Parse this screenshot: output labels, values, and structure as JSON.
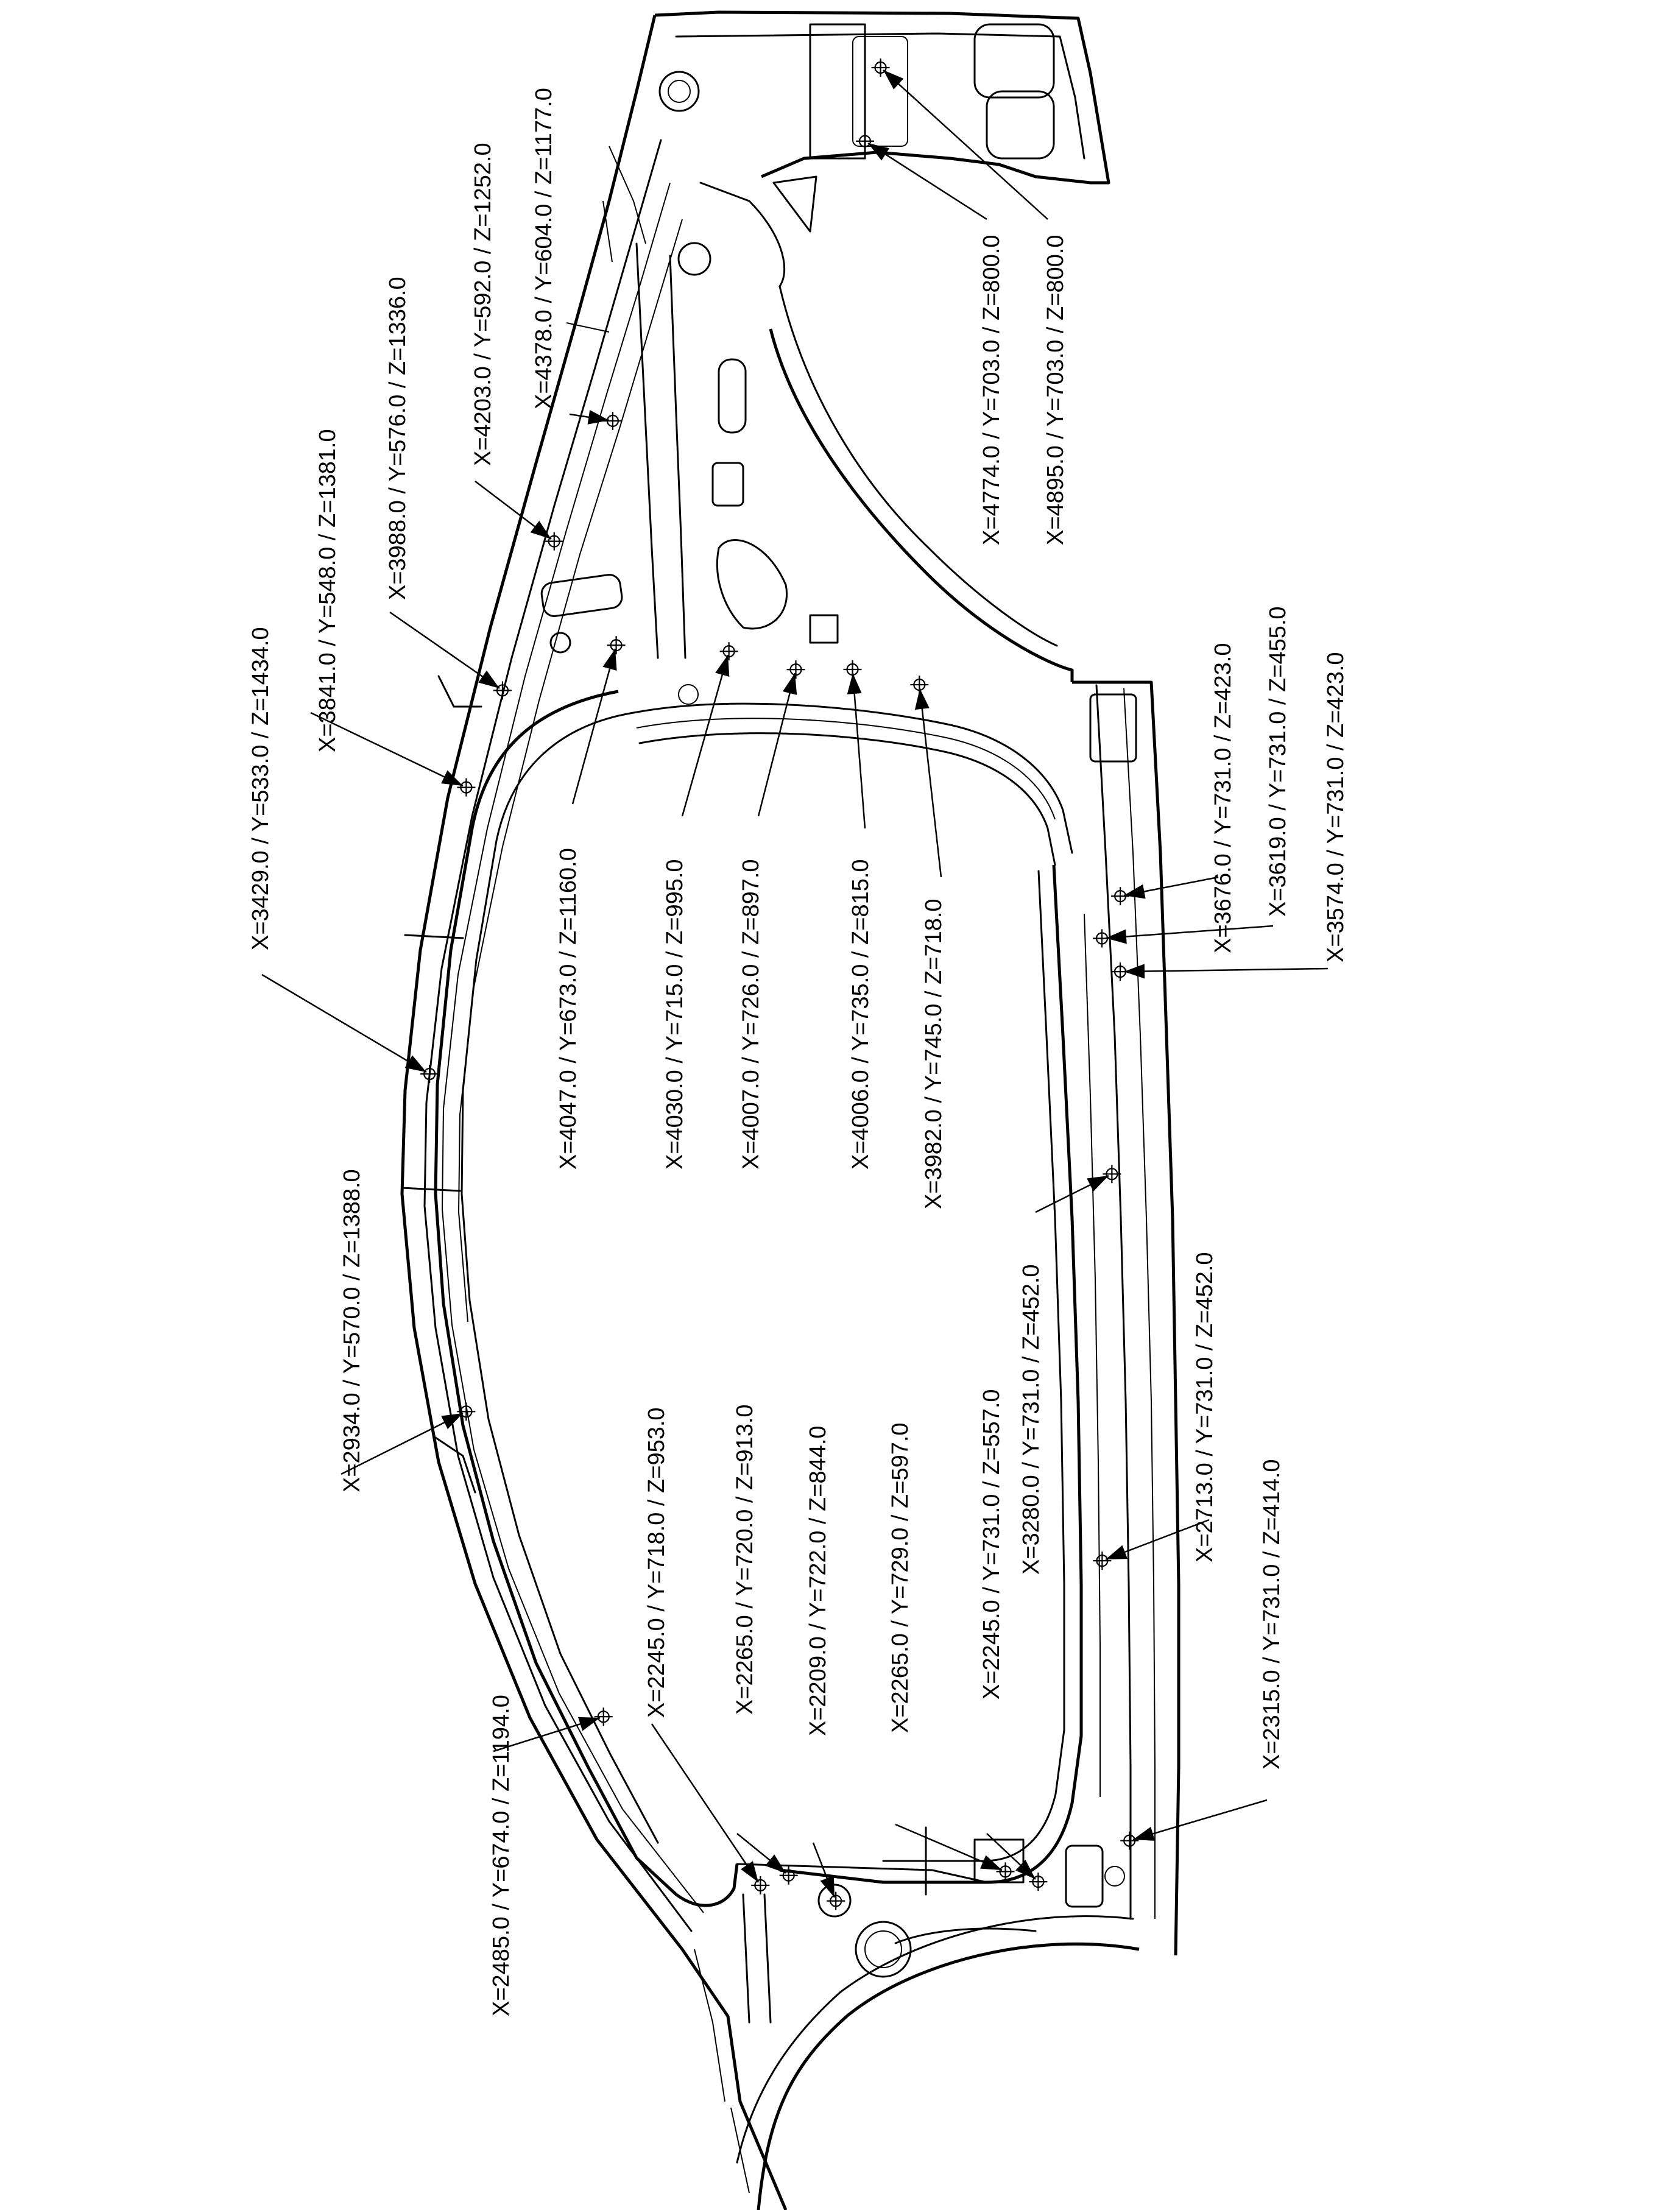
{
  "callouts": [
    {
      "id": "c01",
      "text": "X=4895.0 / Y=703.0 / Z=800.0"
    },
    {
      "id": "c02",
      "text": "X=4774.0 / Y=703.0 / Z=800.0"
    },
    {
      "id": "c03",
      "text": "X=4378.0 / Y=604.0 / Z=1177.0"
    },
    {
      "id": "c04",
      "text": "X=4203.0 / Y=592.0 / Z=1252.0"
    },
    {
      "id": "c05",
      "text": "X=3988.0 / Y=576.0 / Z=1336.0"
    },
    {
      "id": "c06",
      "text": "X=3841.0 / Y=548.0 / Z=1381.0"
    },
    {
      "id": "c07",
      "text": "X=3429.0 / Y=533.0 / Z=1434.0"
    },
    {
      "id": "c08",
      "text": "X=4047.0 / Y=673.0 / Z=1160.0"
    },
    {
      "id": "c09",
      "text": "X=4030.0 / Y=715.0 / Z=995.0"
    },
    {
      "id": "c10",
      "text": "X=4007.0 / Y=726.0 / Z=897.0"
    },
    {
      "id": "c11",
      "text": "X=4006.0 / Y=735.0 / Z=815.0"
    },
    {
      "id": "c12",
      "text": "X=3982.0 / Y=745.0 / Z=718.0"
    },
    {
      "id": "c13",
      "text": "X=3676.0 / Y=731.0 / Z=423.0"
    },
    {
      "id": "c14",
      "text": "X=3619.0 / Y=731.0 / Z=455.0"
    },
    {
      "id": "c15",
      "text": "X=3574.0 / Y=731.0 / Z=423.0"
    },
    {
      "id": "c16",
      "text": "X=3280.0 / Y=731.0 / Z=452.0"
    },
    {
      "id": "c17",
      "text": "X=2713.0 / Y=731.0 / Z=452.0"
    },
    {
      "id": "c18",
      "text": "X=2315.0 / Y=731.0 / Z=414.0"
    },
    {
      "id": "c19",
      "text": "X=2934.0 / Y=570.0 / Z=1388.0"
    },
    {
      "id": "c20",
      "text": "X=2485.0 / Y=674.0 / Z=1194.0"
    },
    {
      "id": "c21",
      "text": "X=2245.0 / Y=718.0 / Z=953.0"
    },
    {
      "id": "c22",
      "text": "X=2265.0 / Y=720.0 / Z=913.0"
    },
    {
      "id": "c23",
      "text": "X=2209.0 / Y=722.0 / Z=844.0"
    },
    {
      "id": "c24",
      "text": "X=2265.0 / Y=729.0 / Z=597.0"
    },
    {
      "id": "c25",
      "text": "X=2245.0 / Y=731.0 / Z=557.0"
    }
  ]
}
